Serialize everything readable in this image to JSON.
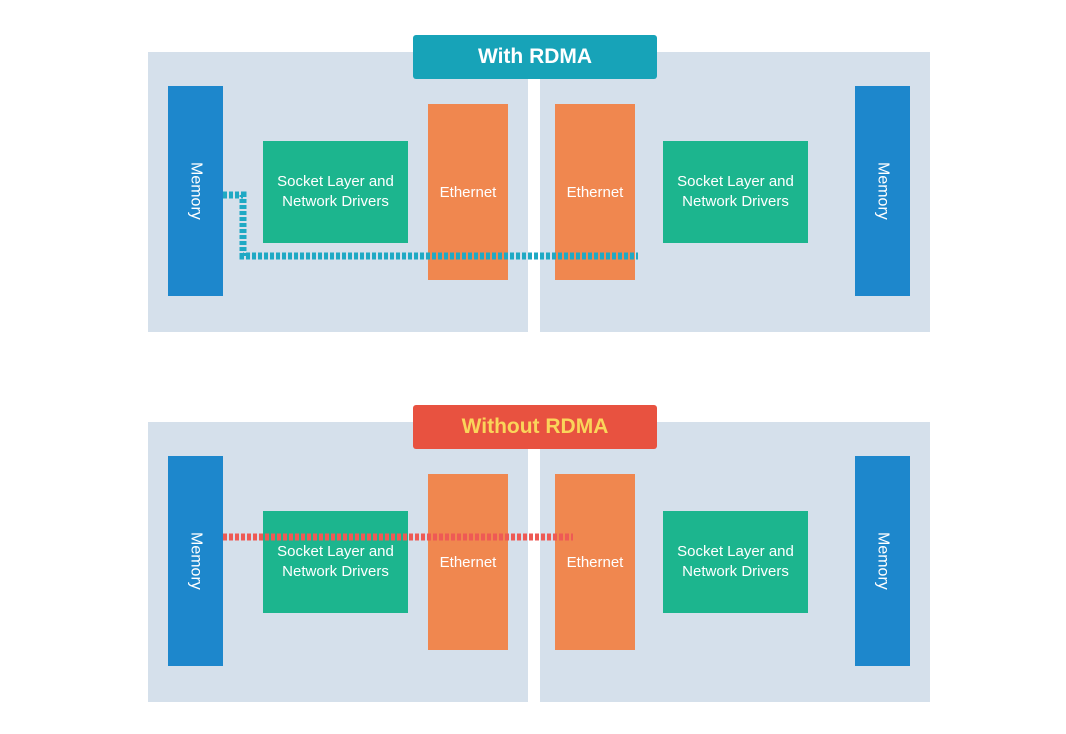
{
  "diagrams": [
    {
      "title": "With RDMA",
      "title_bg": "#17a3b8",
      "title_color": "#ffffff",
      "left": {
        "memory": "Memory",
        "socket": "Socket Layer and Network Drivers",
        "ethernet": "Ethernet"
      },
      "right": {
        "memory": "Memory",
        "socket": "Socket Layer and Network Drivers",
        "ethernet": "Ethernet"
      },
      "path_color": "#1fa9c4"
    },
    {
      "title": "Without RDMA",
      "title_bg": "#e85240",
      "title_color": "#fad55a",
      "left": {
        "memory": "Memory",
        "socket": "Socket Layer and Network Drivers",
        "ethernet": "Ethernet"
      },
      "right": {
        "memory": "Memory",
        "socket": "Socket Layer and Network Drivers",
        "ethernet": "Ethernet"
      },
      "path_color": "#ee5a55"
    }
  ]
}
